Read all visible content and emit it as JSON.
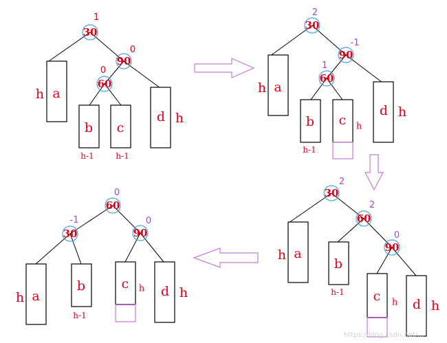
{
  "diagram1": {
    "bf": {
      "n30": "1",
      "n90": "0",
      "n60": "0"
    },
    "nodes": {
      "n30": "30",
      "n90": "90",
      "n60": "60"
    },
    "subtrees": {
      "a": "a",
      "b": "b",
      "c": "c",
      "d": "d"
    },
    "heights": {
      "a": "h",
      "d": "h",
      "b": "h-1",
      "c": "h-1"
    }
  },
  "diagram2": {
    "bf": {
      "n30": "2",
      "n90": "-1",
      "n60": "1"
    },
    "nodes": {
      "n30": "30",
      "n90": "90",
      "n60": "60"
    },
    "subtrees": {
      "a": "a",
      "b": "b",
      "c": "c",
      "d": "d"
    },
    "heights": {
      "a": "h",
      "d": "h",
      "b": "h-1",
      "c": "h"
    }
  },
  "diagram3": {
    "bf": {
      "n30": "2",
      "n60": "2",
      "n90": "0"
    },
    "nodes": {
      "n30": "30",
      "n60": "60",
      "n90": "90"
    },
    "subtrees": {
      "a": "a",
      "b": "b",
      "c": "c",
      "d": "d"
    },
    "heights": {
      "a": "h",
      "b": "h-1",
      "c": "h",
      "d": "h"
    }
  },
  "diagram4": {
    "bf": {
      "n60": "0",
      "n30": "-1",
      "n90": "0"
    },
    "nodes": {
      "n60": "60",
      "n30": "30",
      "n90": "90"
    },
    "subtrees": {
      "a": "a",
      "b": "b",
      "c": "c",
      "d": "d"
    },
    "heights": {
      "a": "h",
      "b": "h-1",
      "c": "h",
      "d": "h"
    }
  },
  "watermark": "https://blog.csdn.net/...",
  "colors": {
    "label_red": "#e0001a",
    "balance_purple": "#9a4fc4",
    "node_ring": "#4aa3e0",
    "arrow_outline": "#c47ad6"
  }
}
